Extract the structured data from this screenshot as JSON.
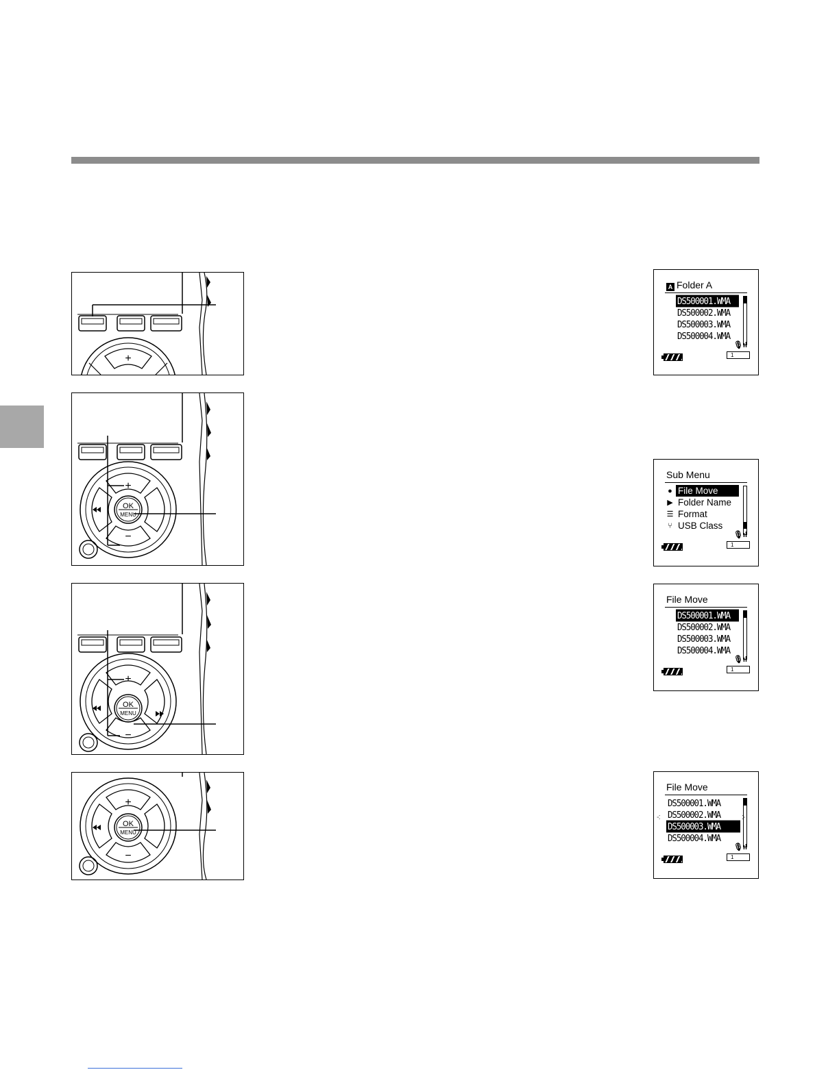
{
  "page": {
    "side_tab": "",
    "divider": ""
  },
  "illustrations": {
    "ok_label": "OK",
    "menu_label": "MENU",
    "plus": "+",
    "minus": "−"
  },
  "screens": {
    "screen1": {
      "title_icon": "A",
      "title": "Folder  A",
      "files": [
        "DS500001.WMA",
        "DS500002.WMA",
        "DS500003.WMA",
        "DS500004.WMA"
      ],
      "selected_index": 0,
      "counter": "1"
    },
    "screen2": {
      "title": "Sub Menu",
      "items": [
        "File Move",
        "Folder Name",
        "Format",
        "USB Class"
      ],
      "selected_index": 0,
      "mode_icons": [
        "record-mode-icon",
        "play-mode-icon",
        "menu-mode-icon",
        "usb-mode-icon"
      ],
      "counter": "1"
    },
    "screen3": {
      "title": "File Move",
      "files": [
        "DS500001.WMA",
        "DS500002.WMA",
        "DS500003.WMA",
        "DS500004.WMA"
      ],
      "selected_index": 0,
      "counter": "1"
    },
    "screen4": {
      "title": "File Move",
      "files": [
        "DS500001.WMA",
        "DS500002.WMA",
        "DS500003.WMA",
        "DS500004.WMA"
      ],
      "selected_index": 2,
      "counter": "1"
    }
  }
}
